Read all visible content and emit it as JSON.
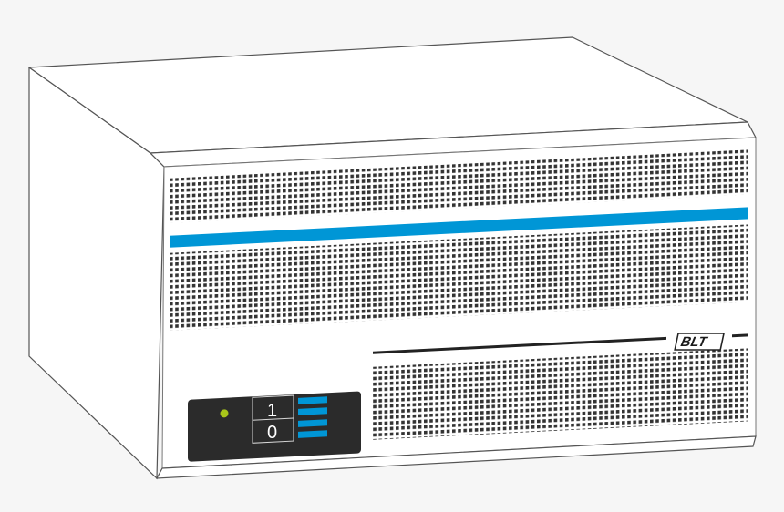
{
  "device": {
    "brand": "BLT",
    "switch": {
      "on_label": "1",
      "off_label": "0"
    },
    "power_led": {
      "color": "#a8c61a",
      "state": "on"
    },
    "indicator_bars": {
      "count": 4,
      "color": "#0096d6"
    },
    "accent_stripe_color": "#0096d6",
    "panel_color": "#2b2b2b",
    "vent_color": "#333333"
  },
  "colors": {
    "background": "#f6f6f6",
    "body": "#ffffff",
    "outline": "#555555"
  }
}
